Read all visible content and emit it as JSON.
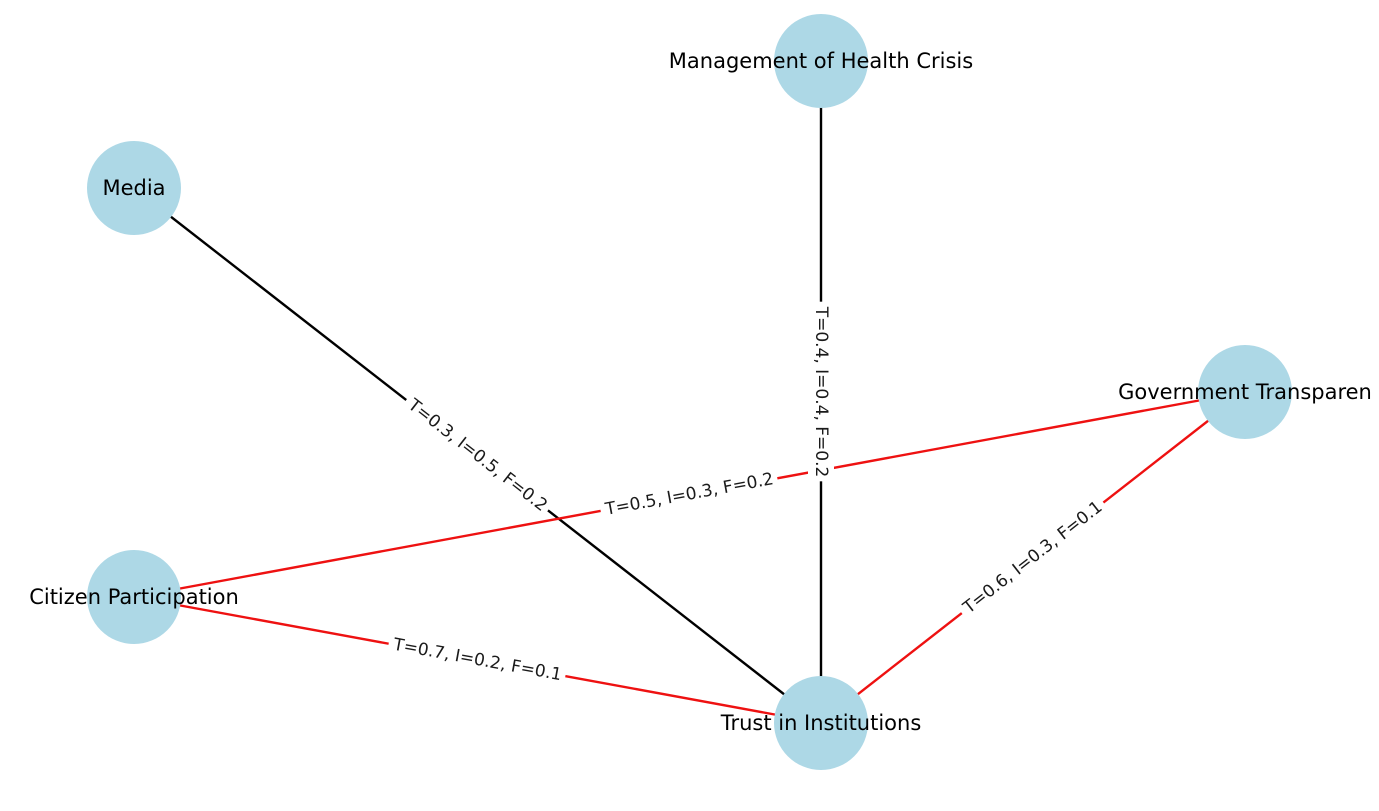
{
  "diagram": {
    "type": "network-graph",
    "style": {
      "node_color": "#add8e6",
      "edge_colors": {
        "black": "#000000",
        "red": "#ee1111"
      },
      "label_color": "#000000",
      "edge_label_background": "#ffffff"
    },
    "nodes": [
      {
        "id": "health",
        "label": "Management of Health Crisis"
      },
      {
        "id": "media",
        "label": "Media"
      },
      {
        "id": "gov",
        "label": "Government Transparen"
      },
      {
        "id": "citizen",
        "label": "Citizen Participation"
      },
      {
        "id": "trust",
        "label": "Trust in Institutions"
      }
    ],
    "edges": [
      {
        "id": "media-trust",
        "source": "media",
        "target": "trust",
        "color": "black",
        "label": "T=0.3, I=0.5, F=0.2"
      },
      {
        "id": "health-trust",
        "source": "health",
        "target": "trust",
        "color": "black",
        "label": "T=0.4, I=0.4, F=0.2"
      },
      {
        "id": "citizen-gov",
        "source": "citizen",
        "target": "gov",
        "color": "red",
        "label": "T=0.5, I=0.3, F=0.2"
      },
      {
        "id": "citizen-trust",
        "source": "citizen",
        "target": "trust",
        "color": "red",
        "label": "T=0.7, I=0.2, F=0.1"
      },
      {
        "id": "gov-trust",
        "source": "gov",
        "target": "trust",
        "color": "red",
        "label": "T=0.6, I=0.3, F=0.1"
      }
    ]
  }
}
